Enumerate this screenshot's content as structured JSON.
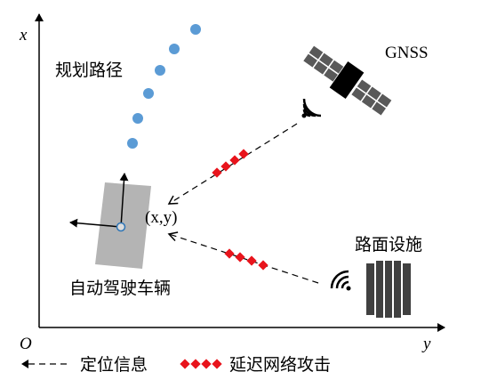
{
  "axes": {
    "x_label": "x",
    "y_label": "y",
    "origin_label": "O"
  },
  "labels": {
    "planned_path": "规划路径",
    "gnss": "GNSS",
    "road_facility": "路面设施",
    "vehicle": "自动驾驶车辆",
    "position": "(x,y)"
  },
  "legend": {
    "positioning_info": "定位信息",
    "delay_attack": "延迟网络攻击"
  },
  "colors": {
    "path_dots": "#5b9bd5",
    "attack_diamonds": "#e8141c",
    "vehicle": "#b4b4b4",
    "arrows": "#000000"
  },
  "icons": [
    "gnss-satellite-icon",
    "wifi-signal-icon",
    "roadside-unit-icon",
    "autonomous-vehicle-icon"
  ]
}
